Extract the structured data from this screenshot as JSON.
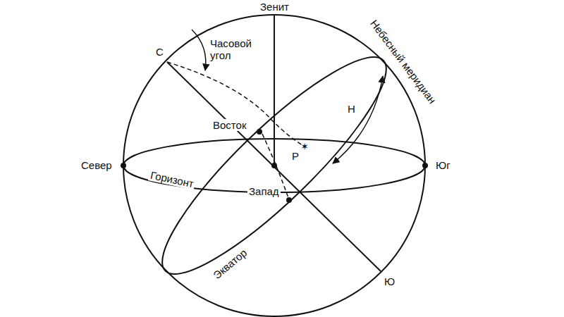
{
  "diagram": {
    "labels": [
      "Зенит",
      "Небесный меридиан",
      "Часовой угол",
      "С",
      "Н",
      "Восток",
      "Р",
      "Север",
      "Юг",
      "Горизонт",
      "Запад",
      "Экватор",
      "Ю"
    ]
  }
}
